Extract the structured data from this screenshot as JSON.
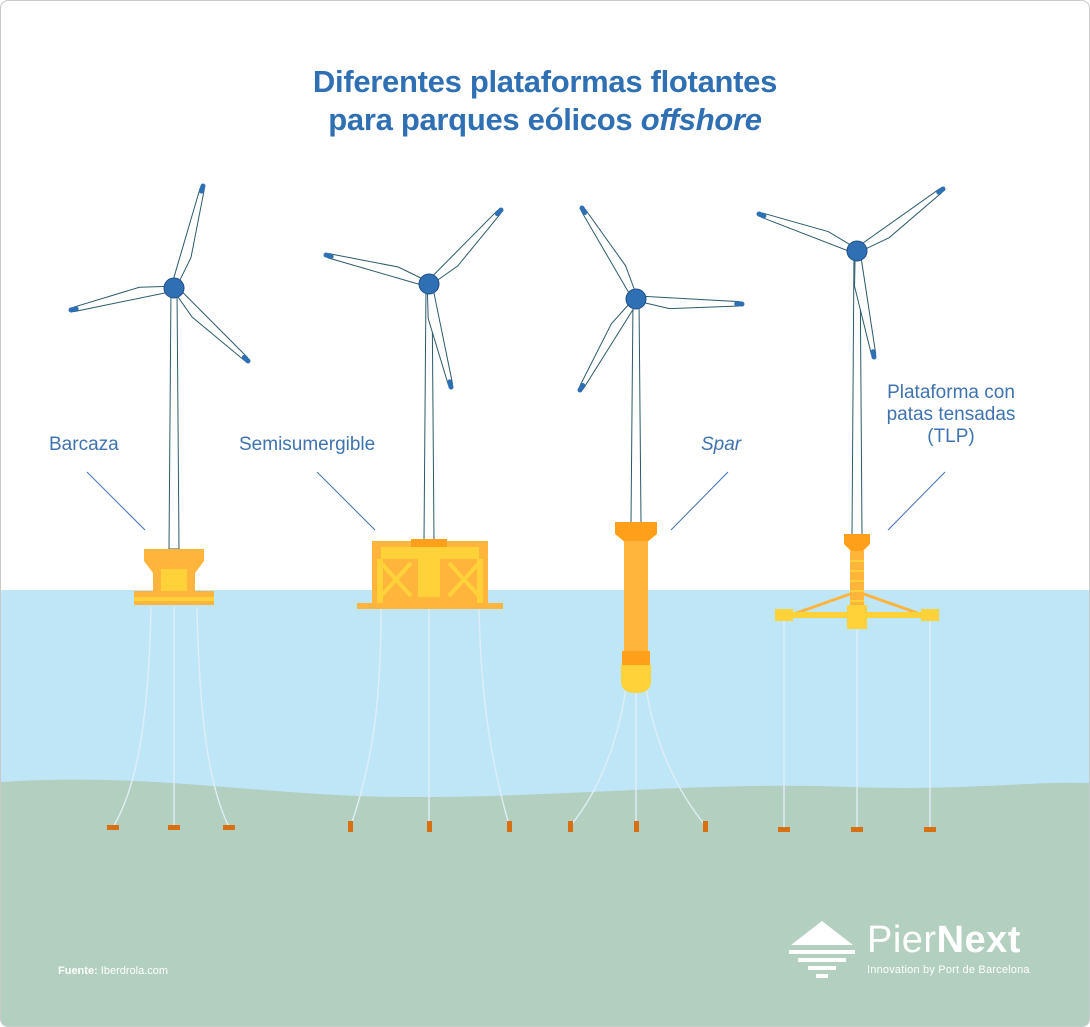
{
  "title": {
    "line1": "Diferentes plataformas flotantes",
    "line2_prefix": "para parques eólicos ",
    "line2_italic": "offshore"
  },
  "platforms": [
    {
      "label": "Barcaza"
    },
    {
      "label": "Semisumergible"
    },
    {
      "label": "Spar"
    },
    {
      "label_lines": [
        "Plataforma con",
        "patas tensadas",
        "(TLP)"
      ]
    }
  ],
  "source": {
    "prefix": "Fuente:",
    "text": "Iberdrola.com"
  },
  "brand": {
    "word1": "Pier",
    "word2": "Next",
    "tagline": "Innovation by Port de Barcelona"
  },
  "colors": {
    "title": "#2f6fb3",
    "label": "#3f73b0",
    "sky": "#ffffff",
    "water": "#bfe6f7",
    "seabed": "#b2cfbf",
    "platform": "#ffb43b",
    "platform_light": "#ffd23a",
    "anchor": "#d86f10",
    "hub": "#2f6fb3",
    "blade_outline": "#2b5a6b"
  },
  "icons": [
    "piernext-logo-icon"
  ]
}
